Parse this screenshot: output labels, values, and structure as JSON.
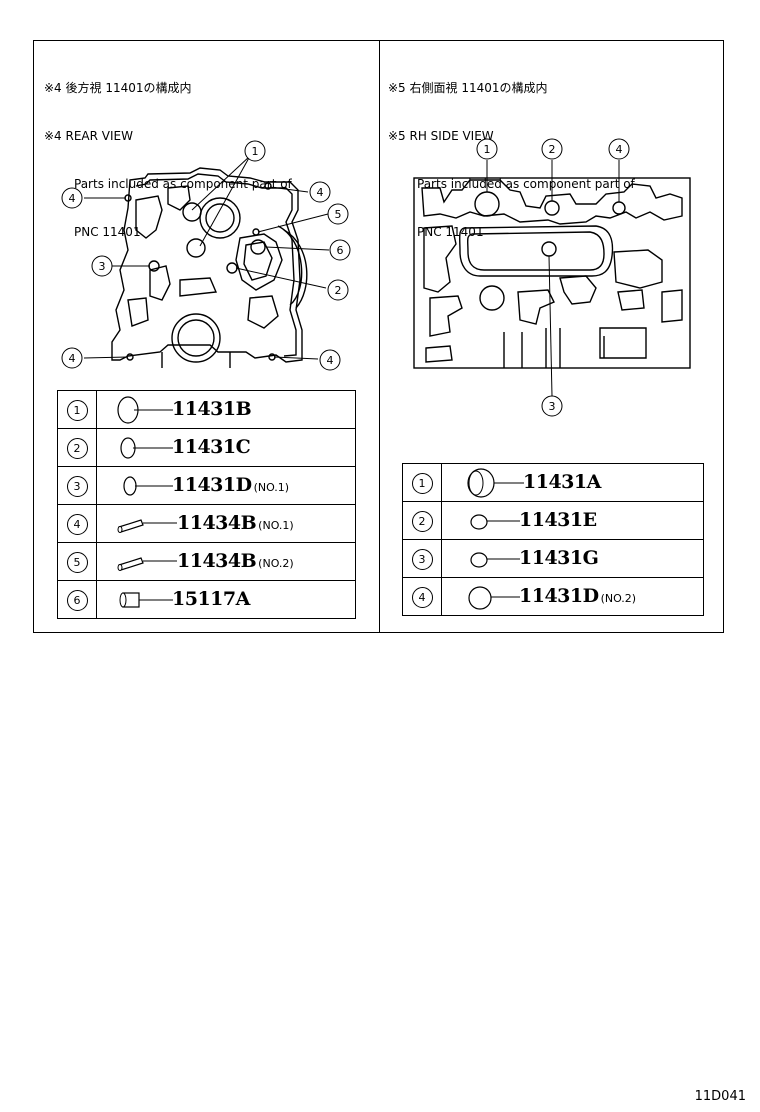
{
  "left": {
    "header": {
      "line1": "※4 後方視 11401の構成内",
      "line2": "※4 REAR VIEW",
      "line3": "Parts included as component part of",
      "line4": "PNC 11401"
    },
    "callouts": [
      "1",
      "4",
      "4",
      "5",
      "6",
      "3",
      "2",
      "4",
      "4"
    ],
    "parts": [
      {
        "index": "1",
        "part_no": "11431B",
        "note": "",
        "shape": "large-plug"
      },
      {
        "index": "2",
        "part_no": "11431C",
        "note": "",
        "shape": "plug"
      },
      {
        "index": "3",
        "part_no": "11431D",
        "note": "(NO.1)",
        "shape": "plug"
      },
      {
        "index": "4",
        "part_no": "11434B",
        "note": "(NO.1)",
        "shape": "pin"
      },
      {
        "index": "5",
        "part_no": "11434B",
        "note": "(NO.2)",
        "shape": "pin"
      },
      {
        "index": "6",
        "part_no": "15117A",
        "note": "",
        "shape": "sleeve"
      }
    ]
  },
  "right": {
    "header": {
      "line1": "※5 右側面視 11401の構成内",
      "line2": "※5 RH SIDE VIEW",
      "line3": "Parts included as component part of",
      "line4": "PNC 11401"
    },
    "callouts": [
      "1",
      "2",
      "4",
      "3"
    ],
    "parts": [
      {
        "index": "1",
        "part_no": "11431A",
        "note": "",
        "shape": "large-plug"
      },
      {
        "index": "2",
        "part_no": "11431E",
        "note": "",
        "shape": "small-plug"
      },
      {
        "index": "3",
        "part_no": "11431G",
        "note": "",
        "shape": "small-plug"
      },
      {
        "index": "4",
        "part_no": "11431D",
        "note": "(NO.2)",
        "shape": "plug"
      }
    ]
  },
  "drawing_code": "11D041"
}
